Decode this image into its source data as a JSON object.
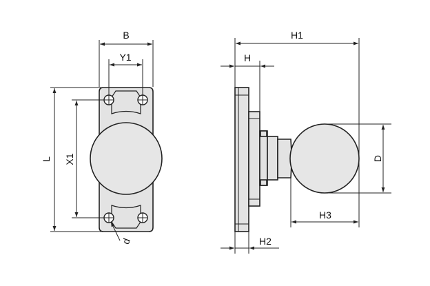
{
  "labels": {
    "B": "B",
    "Y1": "Y1",
    "L": "L",
    "X1": "X1",
    "d": "d",
    "H1": "H1",
    "H": "H",
    "D": "D",
    "H3": "H3",
    "H2": "H2"
  }
}
